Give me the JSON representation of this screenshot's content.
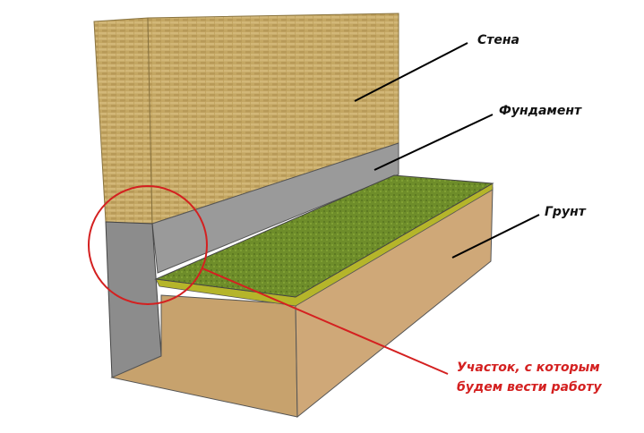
{
  "labels": {
    "wall": "Стена",
    "foundation": "Фундамент",
    "ground": "Грунт"
  },
  "note": {
    "line1": "Участок, с которым",
    "line2": "будем вести работу"
  },
  "colors": {
    "brick": "#c9ae6a",
    "foundation": "#8f8f8f",
    "grass": "#6f8f2a",
    "soil": "#c6a06c",
    "highlight": "#d42020"
  }
}
